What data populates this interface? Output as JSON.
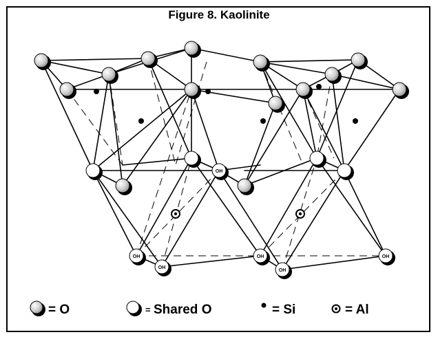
{
  "figure": {
    "title": "Figure 8. Kaolinite"
  },
  "atoms": {
    "hydroxyl_label": "OH"
  },
  "legend": {
    "oxygen_label": "= O",
    "shared_oxygen_equals": "=",
    "shared_oxygen_label": "Shared O",
    "silicon_label": "= Si",
    "aluminum_label": "= Al"
  },
  "colors": {
    "line": "#000000",
    "atom_shadow": "#000000",
    "oxygen_fill_light": "#ffffff",
    "oxygen_fill_dark": "#9a9a9a",
    "shared_oxygen_fill": "#ffffff"
  }
}
